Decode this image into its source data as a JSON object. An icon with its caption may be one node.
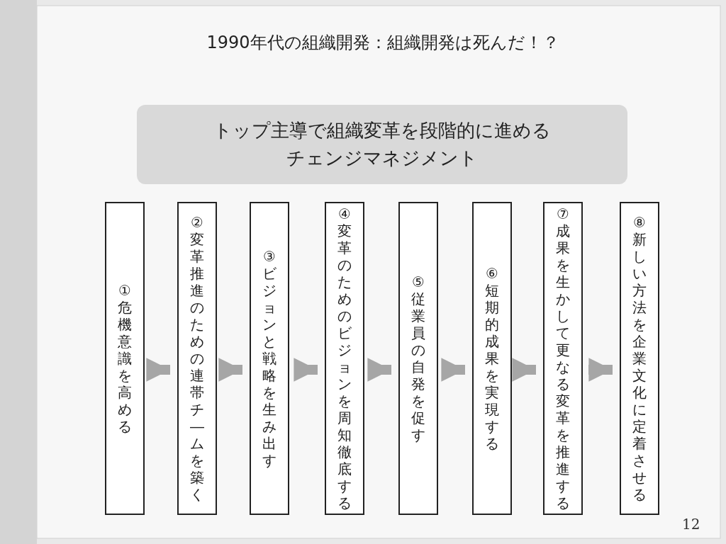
{
  "diagram": {
    "title": "1990年代の組織開発：組織開発は死んだ！？",
    "nodes": [
      {
        "text": [
          "トップ主導で組織変革を段階的に進めるチェンジマネジメント"
        ]
      },
      {
        "text": [
          "①危機意識を高める"
        ]
      },
      {
        "text": [
          "②変革推進のための連帯チ―ムを築く"
        ]
      },
      {
        "text": [
          "③ビジョンと戦略を生み出す"
        ]
      },
      {
        "text": [
          "④変革のためのビジョンを周知徹底する"
        ]
      },
      {
        "text": [
          "⑤従業員の自発を促す"
        ]
      },
      {
        "text": [
          "⑥短期的成果を実現する"
        ]
      },
      {
        "text": [
          "⑦成果を生かして更なる変革を推進する"
        ]
      },
      {
        "text": [
          "⑧新しい方法を企業文化に定着させる"
        ]
      }
    ],
    "edges": [
      {
        "from": 1,
        "to": 2,
        "arrow": "to"
      },
      {
        "from": 2,
        "to": 3,
        "arrow": "to"
      },
      {
        "from": 3,
        "to": 4,
        "arrow": "to"
      },
      {
        "from": 4,
        "to": 5,
        "arrow": "to"
      },
      {
        "from": 5,
        "to": 6,
        "arrow": "to"
      },
      {
        "from": 6,
        "to": 7,
        "arrow": "to"
      },
      {
        "from": 7,
        "to": 8,
        "arrow": "to"
      }
    ],
    "labels": [
      "12"
    ]
  }
}
